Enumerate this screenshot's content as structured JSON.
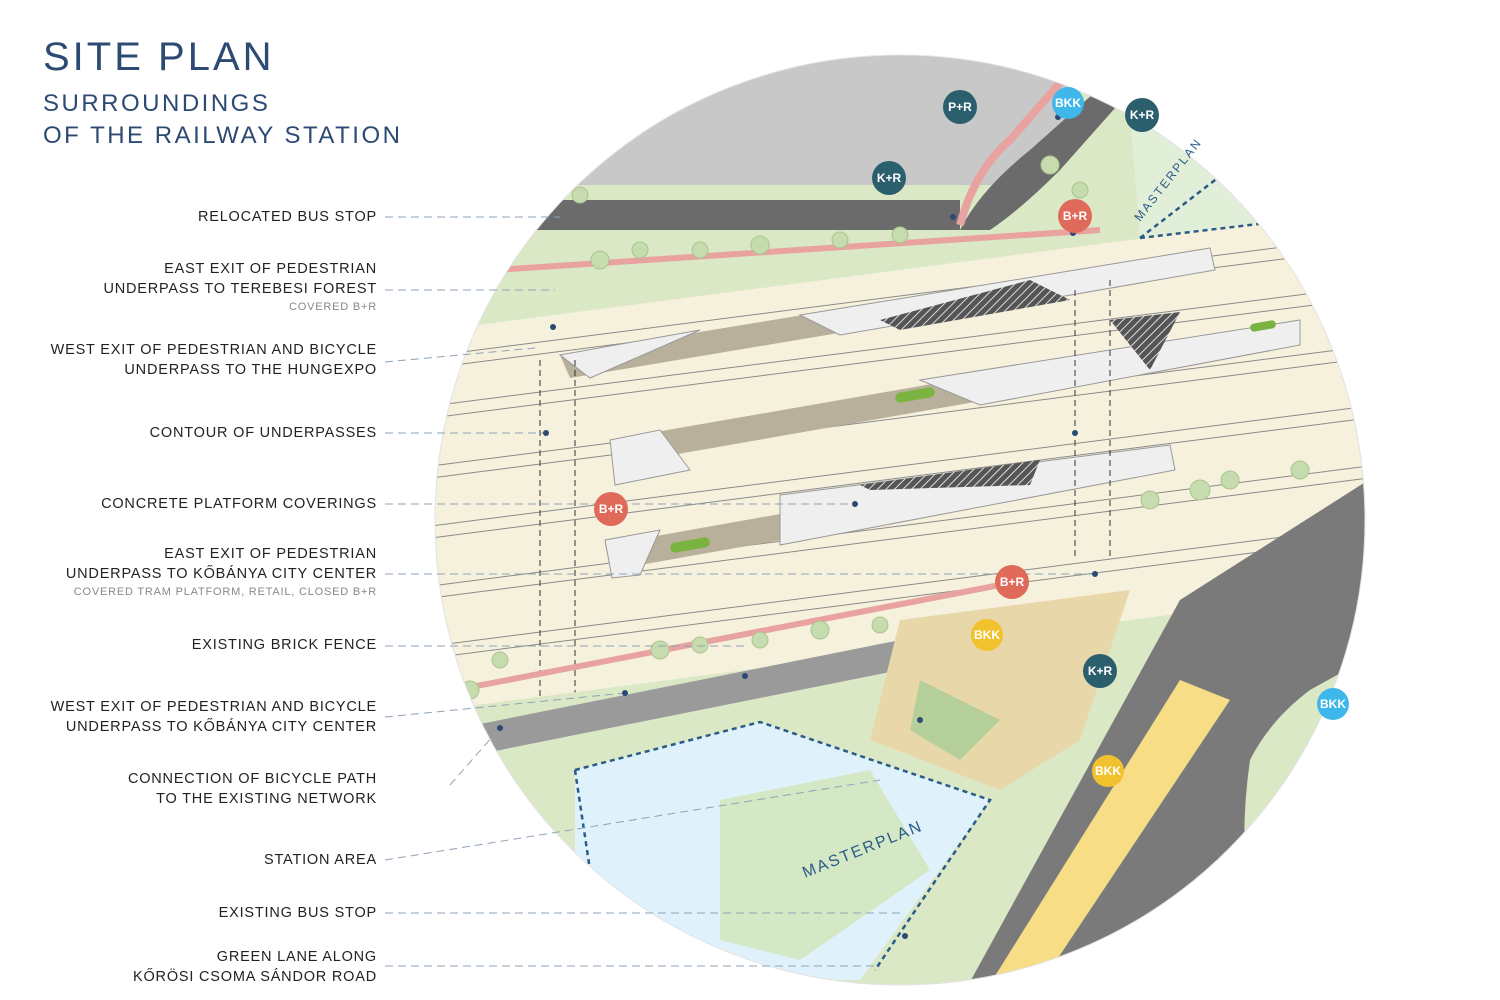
{
  "title": {
    "main": "SITE PLAN",
    "sub_line1": "SURROUNDINGS",
    "sub_line2": "OF THE RAILWAY STATION"
  },
  "labels": [
    {
      "id": "relocated-bus-stop",
      "lines": [
        "RELOCATED BUS STOP"
      ],
      "sub": ""
    },
    {
      "id": "east-exit-terebesi",
      "lines": [
        "EAST EXIT OF PEDESTRIAN",
        "UNDERPASS TO TEREBESI FOREST"
      ],
      "sub": "COVERED B+R"
    },
    {
      "id": "west-exit-hungexpo",
      "lines": [
        "WEST EXIT OF PEDESTRIAN AND BICYCLE",
        "UNDERPASS TO THE HUNGEXPO"
      ],
      "sub": ""
    },
    {
      "id": "contour-underpasses",
      "lines": [
        "CONTOUR OF UNDERPASSES"
      ],
      "sub": ""
    },
    {
      "id": "concrete-platform-coverings",
      "lines": [
        "CONCRETE PLATFORM COVERINGS"
      ],
      "sub": ""
    },
    {
      "id": "east-exit-kobanya",
      "lines": [
        "EAST EXIT OF PEDESTRIAN",
        "UNDERPASS TO KŐBÁNYA CITY CENTER"
      ],
      "sub": "COVERED TRAM PLATFORM, RETAIL, CLOSED B+R"
    },
    {
      "id": "existing-brick-fence",
      "lines": [
        "EXISTING BRICK FENCE"
      ],
      "sub": ""
    },
    {
      "id": "west-exit-kobanya",
      "lines": [
        "WEST EXIT OF PEDESTRIAN AND BICYCLE",
        "UNDERPASS TO KŐBÁNYA CITY CENTER"
      ],
      "sub": ""
    },
    {
      "id": "bicycle-connection",
      "lines": [
        "CONNECTION OF BICYCLE PATH",
        "TO THE EXISTING NETWORK"
      ],
      "sub": ""
    },
    {
      "id": "station-area",
      "lines": [
        "STATION AREA"
      ],
      "sub": ""
    },
    {
      "id": "existing-bus-stop",
      "lines": [
        "EXISTING BUS STOP"
      ],
      "sub": ""
    },
    {
      "id": "green-lane",
      "lines": [
        "GREEN LANE ALONG",
        "KŐRÖSI CSOMA SÁNDOR ROAD"
      ],
      "sub": ""
    }
  ],
  "badges": {
    "p_r": "P+R",
    "k_r": "K+R",
    "b_r": "B+R",
    "bkk": "BKK"
  },
  "masterplan_label": "MASTERPLAN",
  "colors": {
    "title": "#2c4a73",
    "label_text": "#222222",
    "leader_line": "#8fa3b8",
    "green": "#dbe8c6",
    "rail_bed": "#f6f1dc",
    "parking": "#c8c8c8",
    "road": "#7a7a7a",
    "bike_path": "#e8a3a0",
    "badge_dark_teal": "#2c5f6e",
    "badge_red": "#e06a5a",
    "badge_light_blue": "#3fb7ea",
    "badge_yellow": "#f2c12e",
    "masterplan_line": "#2c5b8a",
    "water": "#dff2fb"
  }
}
